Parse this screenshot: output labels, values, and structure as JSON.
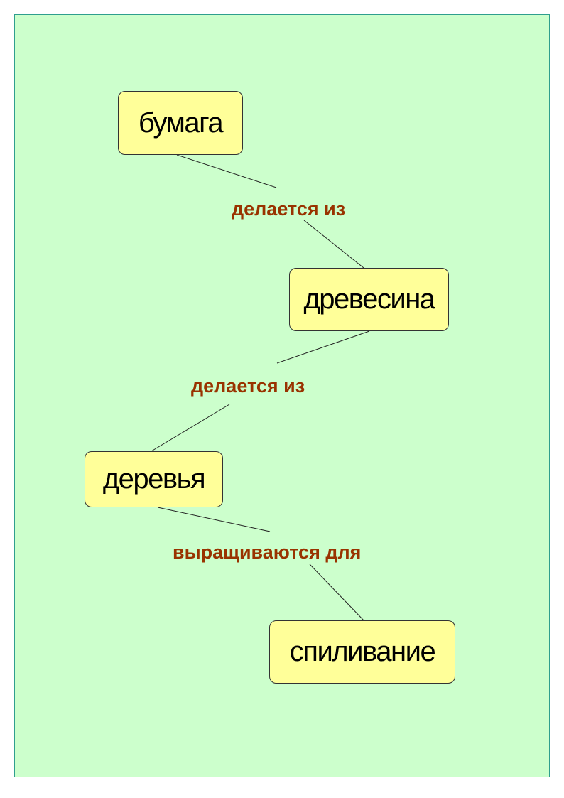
{
  "concept_map": {
    "nodes": [
      {
        "id": "n1",
        "label": "бумага"
      },
      {
        "id": "n2",
        "label": "древесина"
      },
      {
        "id": "n3",
        "label": "деревья"
      },
      {
        "id": "n4",
        "label": "спиливание"
      }
    ],
    "links": [
      {
        "from": "n1",
        "to": "n2",
        "label": "делается из"
      },
      {
        "from": "n2",
        "to": "n3",
        "label": "делается из"
      },
      {
        "from": "n3",
        "to": "n4",
        "label": "выращиваются для"
      }
    ]
  },
  "colors": {
    "background": "#ccffcc",
    "node_fill": "#ffff99",
    "link_label": "#993300"
  }
}
